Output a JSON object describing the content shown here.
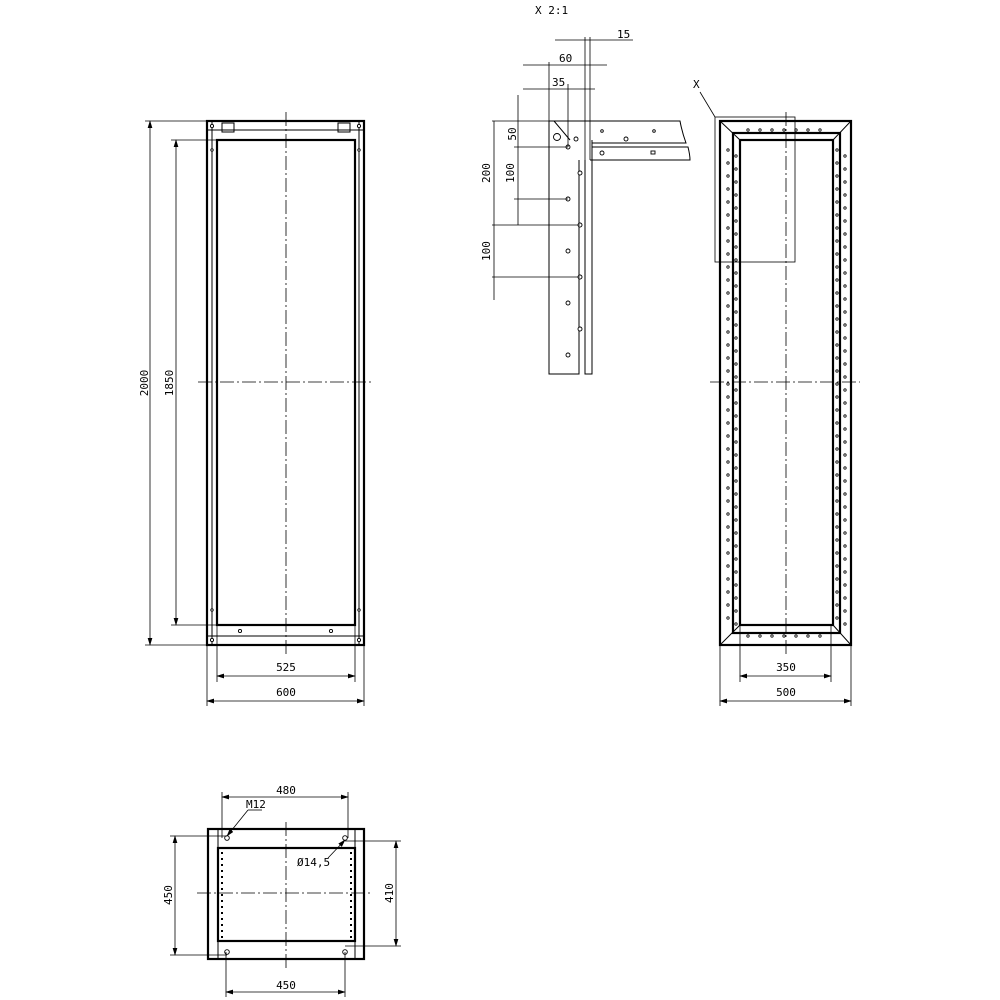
{
  "front_view": {
    "height_overall": "2000",
    "height_inner": "1850",
    "width_inner": "525",
    "width_overall": "600"
  },
  "detail_view": {
    "title": "X 2:1",
    "dim_15": "15",
    "dim_60": "60",
    "dim_35": "35",
    "dim_50": "50",
    "dim_200": "200",
    "dim_100_a": "100",
    "dim_100_b": "100"
  },
  "side_view": {
    "detail_marker": "X",
    "width_inner": "350",
    "width_overall": "500"
  },
  "bottom_view": {
    "width_holes_top": "480",
    "thread_label": "M12",
    "hole_label": "Ø14,5",
    "depth_left": "450",
    "depth_right": "410",
    "width_holes_bottom": "450"
  }
}
